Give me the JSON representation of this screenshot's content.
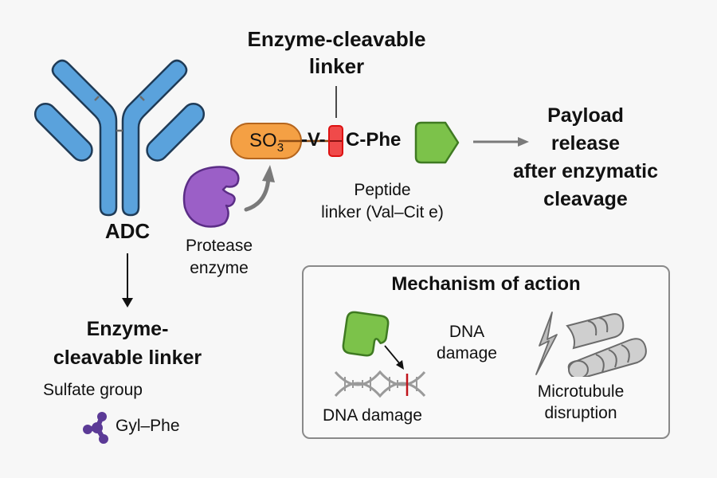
{
  "colors": {
    "antibody_fill": "#5aa2dc",
    "antibody_stroke": "#1f3b57",
    "enzyme_fill": "#9b5fc7",
    "sulfate_fill": "#f4a044",
    "cleavage_site_fill": "#f04a4a",
    "payload_fill": "#7cc24a",
    "arrow_gray": "#7a7a7a",
    "dna_gray": "#9a9a9a",
    "dna_break": "#c0141c",
    "microtubule_fill": "#cfcfcf",
    "molecule_purple": "#5b3a96"
  },
  "antibody": {
    "label": "ADC",
    "icon": "antibody-icon"
  },
  "top_linker": {
    "title_line1": "Enzyme-cleavable",
    "title_line2": "linker"
  },
  "linker_chain": {
    "sulfate": "SO",
    "sulfate_subscript": "3",
    "valine": "-V-",
    "citrulline_phe": "C-Phe",
    "cleavage_icon": "cleavage-site-icon",
    "payload_icon": "payload-icon"
  },
  "enzyme": {
    "label_line1": "Protease",
    "label_line2": "enzyme",
    "icon": "protease-enzyme-icon"
  },
  "peptide": {
    "line1": "Peptide",
    "line2": "linker (Val–Cit e)"
  },
  "payload_release": {
    "line1": "Payload",
    "line2": "release",
    "line3": "after enzymatic",
    "line4": "cleavage"
  },
  "bottom_linker": {
    "title_line1": "Enzyme-",
    "title_line2": "cleavable linker",
    "sulfate_label": "Sulfate group",
    "molecule_label": "Gyl–Phe",
    "molecule_icon": "molecule-icon"
  },
  "mechanism": {
    "title": "Mechanism of action",
    "center_label_line1": "DNA",
    "center_label_line2": "damage",
    "dna_label": "DNA damage",
    "microtubule_line1": "Microtubule",
    "microtubule_line2": "disruption"
  }
}
